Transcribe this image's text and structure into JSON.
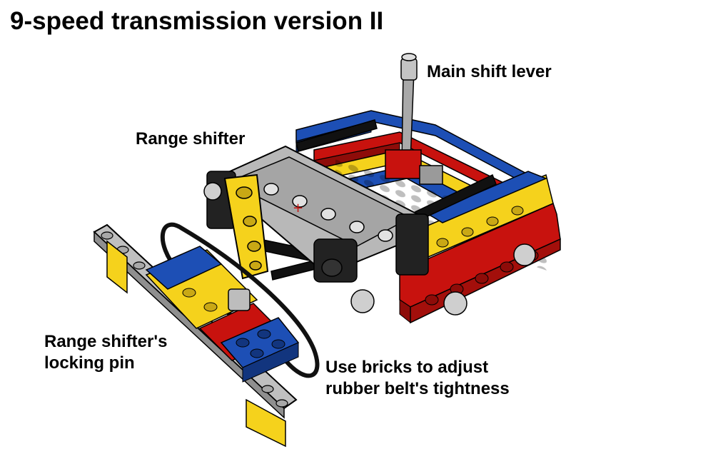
{
  "title": "9-speed transmission version II",
  "labels": {
    "main_shift_lever": "Main shift lever",
    "range_shifter": "Range shifter",
    "locking_pin": [
      "Range shifter's",
      "locking pin"
    ],
    "use_bricks": [
      "Use bricks to adjust",
      "rubber belt's tightness"
    ]
  },
  "colors": {
    "blue": "#1d4fb5",
    "yellow": "#f5d21c",
    "red": "#c8120e",
    "light_gray": "#b8b8b8",
    "dark_gray": "#555555",
    "black": "#111111"
  }
}
